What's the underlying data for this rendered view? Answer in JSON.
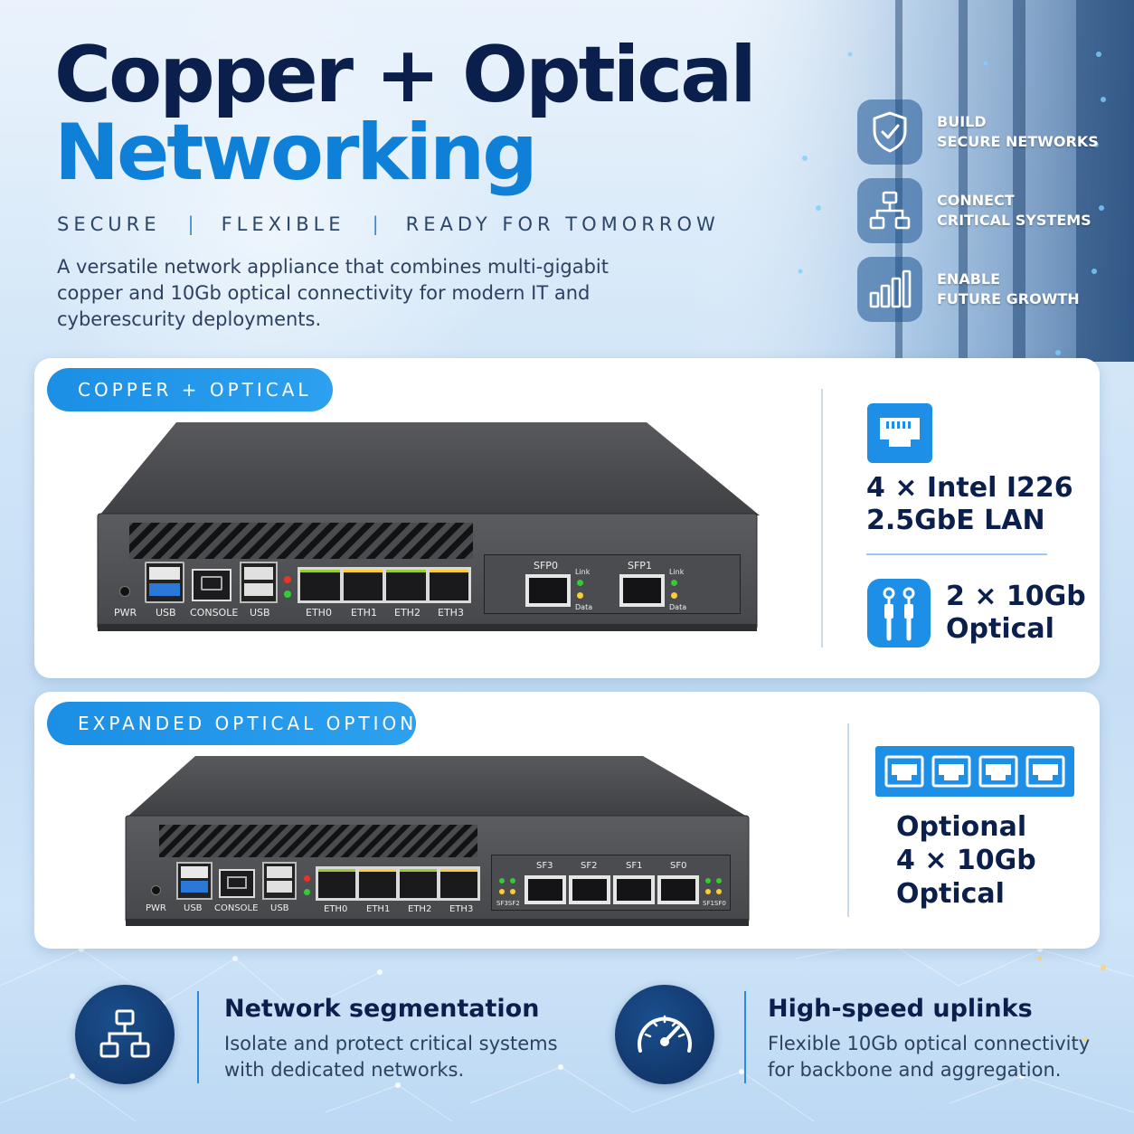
{
  "header": {
    "title_line1": "Copper + Optical",
    "title_line2": "Networking",
    "tagline": [
      "SECURE",
      "FLEXIBLE",
      "READY FOR TOMORROW"
    ],
    "description": "A versatile network appliance that combines multi-gigabit copper and 10Gb optical connectivity for modern IT and cyberescurity deployments."
  },
  "features": [
    {
      "icon": "shield-check-icon",
      "line1": "BUILD",
      "line2": "SECURE NETWORKS"
    },
    {
      "icon": "network-topology-icon",
      "line1": "CONNECT",
      "line2": "CRITICAL SYSTEMS"
    },
    {
      "icon": "bar-chart-icon",
      "line1": "ENABLE",
      "line2": "FUTURE GROWTH"
    }
  ],
  "panel1": {
    "label": "COPPER + OPTICAL",
    "device": {
      "labels": {
        "pwr": "PWR",
        "usb": "USB",
        "console": "CONSOLE",
        "usb2": "USB"
      },
      "eth_ports": [
        "ETH0",
        "ETH1",
        "ETH2",
        "ETH3"
      ],
      "sfp_ports": [
        "SFP0",
        "SFP1"
      ],
      "led_labels": {
        "link": "Link",
        "data": "Data"
      }
    },
    "spec1_line1": "4 × Intel I226",
    "spec1_line2": "2.5GbE LAN",
    "spec2_line1": "2 × 10Gb",
    "spec2_line2": "Optical"
  },
  "panel2": {
    "label": "EXPANDED OPTICAL OPTION",
    "device": {
      "labels": {
        "pwr": "PWR",
        "usb": "USB",
        "console": "CONSOLE",
        "usb2": "USB"
      },
      "eth_ports": [
        "ETH0",
        "ETH1",
        "ETH2",
        "ETH3"
      ],
      "sfp_ports": [
        "SF3",
        "SF2",
        "SF1",
        "SF0"
      ],
      "led_left": "SF3SF2",
      "led_right": "SF1SF0"
    },
    "spec_line1": "Optional",
    "spec_line2": "4 × 10Gb",
    "spec_line3": "Optical"
  },
  "benefits": [
    {
      "icon": "network-hierarchy-icon",
      "title": "Network segmentation",
      "line1": "Isolate and protect critical systems",
      "line2": "with dedicated networks."
    },
    {
      "icon": "speedometer-icon",
      "title": "High-speed uplinks",
      "line1": "Flexible 10Gb optical connectivity",
      "line2": "for backbone and aggregation."
    }
  ],
  "colors": {
    "navy": "#0b1f4d",
    "accent_blue": "#0e80d8",
    "pill_blue": "#1b8fe4",
    "device_gray": "#4a4d52"
  }
}
